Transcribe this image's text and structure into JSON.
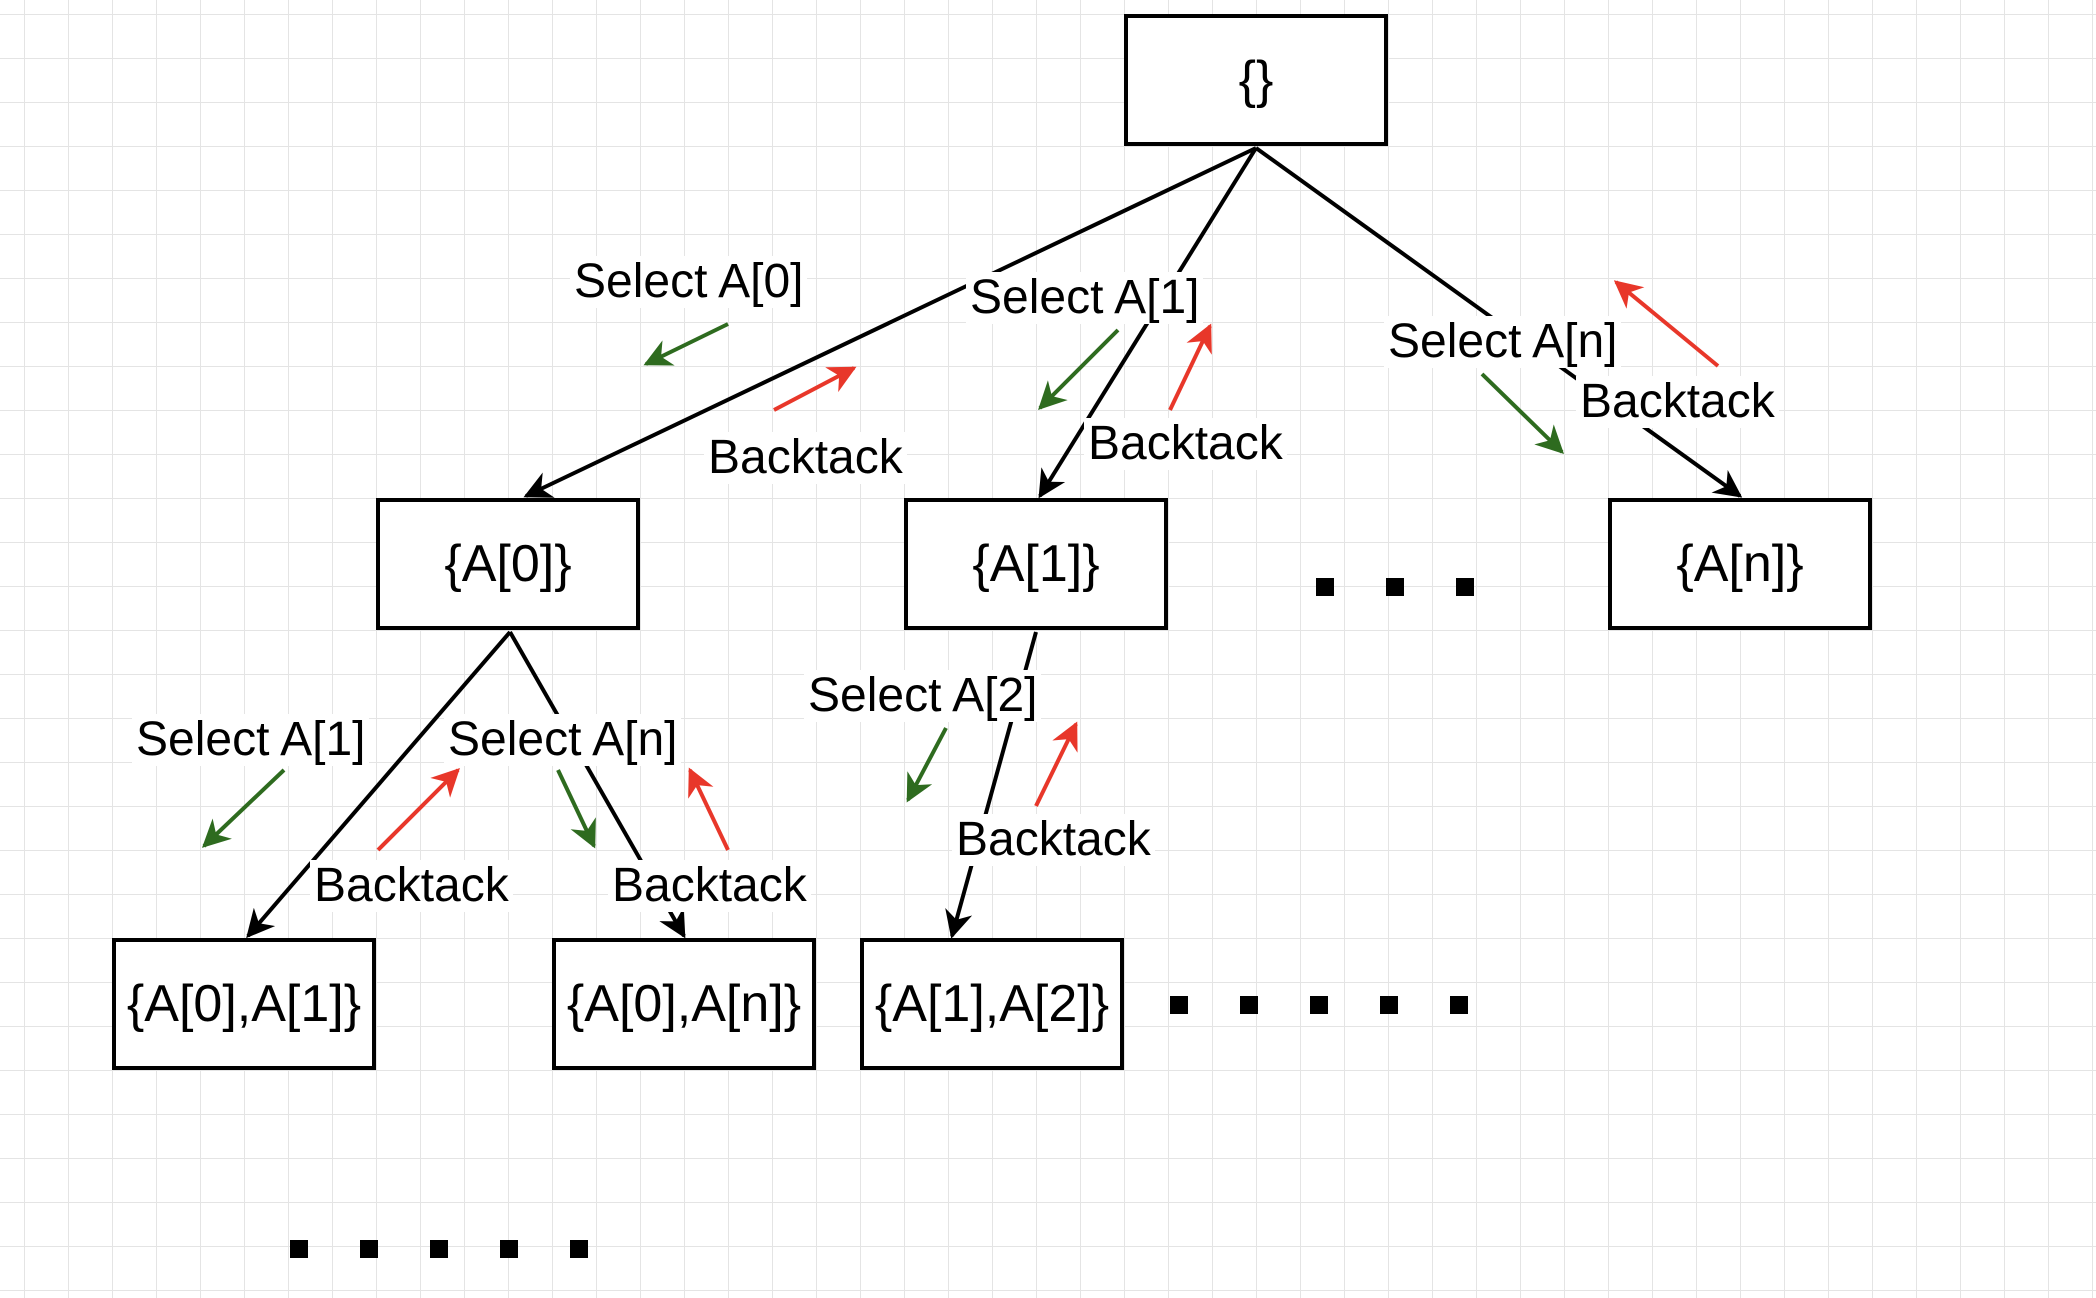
{
  "nodes": {
    "root": "{}",
    "a0": "{A[0]}",
    "a1": "{A[1]}",
    "an": "{A[n]}",
    "a0a1": "{A[0],A[1]}",
    "a0an": "{A[0],A[n]}",
    "a1a2": "{A[1],A[2]}"
  },
  "labels": {
    "select_a0": "Select A[0]",
    "select_a1": "Select A[1]",
    "select_an": "Select A[n]",
    "select_a1_sub": "Select A[1]",
    "select_an_sub": "Select A[n]",
    "select_a2": "Select A[2]",
    "backtrack": "Backtack"
  },
  "colors": {
    "tree_edge": "#000000",
    "select_arrow": "#2e6b1f",
    "backtrack_arrow": "#e8372a"
  },
  "ellipsis": {
    "level1_count": 3,
    "level2_count": 5,
    "level3_count": 5
  }
}
